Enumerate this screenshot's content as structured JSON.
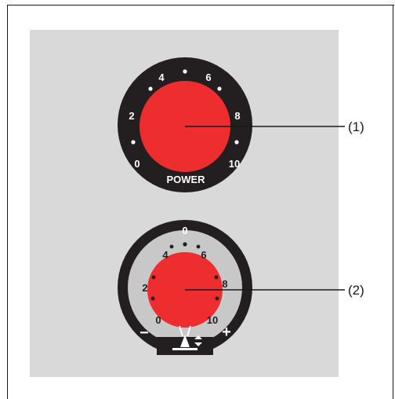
{
  "colors": {
    "panel": "#d9d9d9",
    "dial_dark": "#231f20",
    "knob_red": "#ee2d2f",
    "scale_ring": "#c8c8c8",
    "mark_white": "#ffffff",
    "leader": "#1a1a1a"
  },
  "knob1": {
    "callout": "(1)",
    "label": "POWER",
    "scale": [
      "0",
      "2",
      "4",
      "6",
      "8",
      "10"
    ]
  },
  "knob2": {
    "callout": "(2)",
    "scale_top": "0",
    "scale": [
      "0",
      "2",
      "4",
      "6",
      "8",
      "10"
    ],
    "minus": "−",
    "plus": "+",
    "icon": "torch-arc-length-icon"
  }
}
